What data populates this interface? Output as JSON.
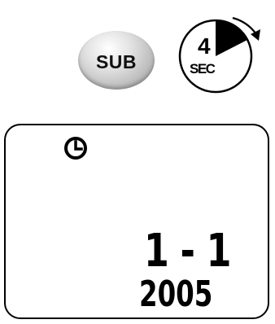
{
  "sub_button": {
    "label": "SUB",
    "icon": "sub-button-icon"
  },
  "timer": {
    "value": "4",
    "unit": "SEC",
    "icon": "hold-timer-icon"
  },
  "display": {
    "clock_icon": "clock-icon",
    "date": "1 - 1",
    "year": "2005"
  }
}
